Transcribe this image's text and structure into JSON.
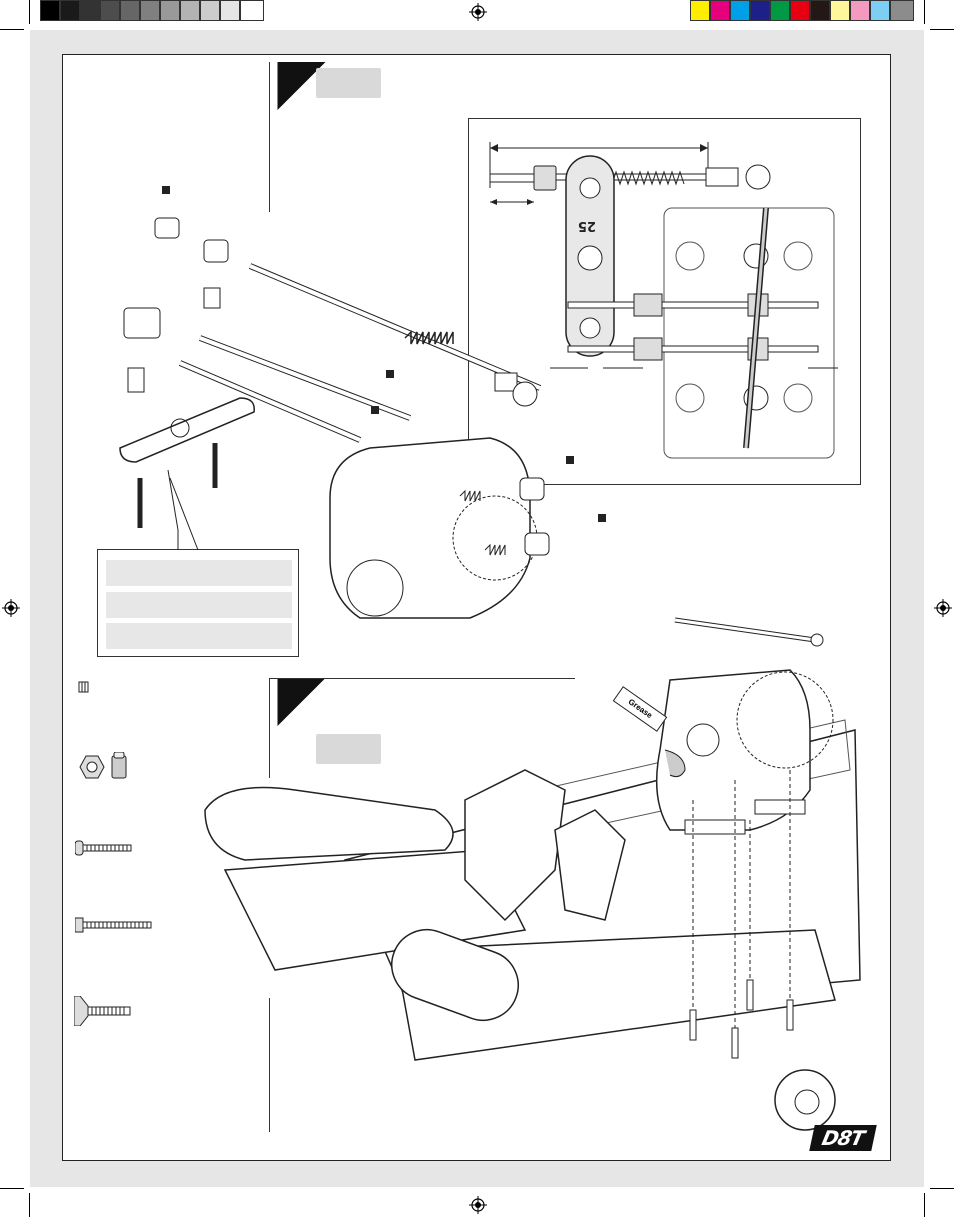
{
  "header": {
    "grayscale": [
      "#000000",
      "#1a1a1a",
      "#333333",
      "#4d4d4d",
      "#666666",
      "#808080",
      "#999999",
      "#b3b3b3",
      "#cccccc",
      "#e6e6e6",
      "#ffffff"
    ],
    "colorbar": [
      "#ffee00",
      "#e6007e",
      "#00a0e9",
      "#1d2088",
      "#009944",
      "#e60012",
      "#231815",
      "#fff799",
      "#f49ac1",
      "#7ecef4",
      "#8c8c8c"
    ]
  },
  "diagram_labels": {
    "adjust_number": "25",
    "grease_label": "Grease",
    "brand_logo": "D8T"
  },
  "icons": [
    "registration-mark",
    "set-screw-icon",
    "nut-icon",
    "button-head-screw-icon",
    "cap-screw-icon",
    "flat-head-screw-icon"
  ]
}
